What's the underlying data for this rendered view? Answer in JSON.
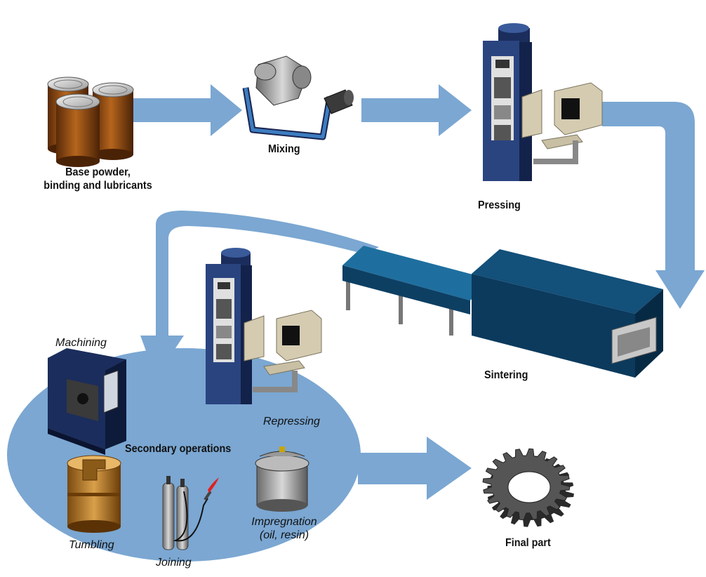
{
  "stages": {
    "base_powder_line1": "Base powder,",
    "base_powder_line2": "binding and lubricants",
    "mixing": "Mixing",
    "pressing": "Pressing",
    "sintering": "Sintering",
    "final_part": "Final part"
  },
  "secondary": {
    "title": "Secondary operations",
    "machining": "Machining",
    "repressing": "Repressing",
    "tumbling": "Tumbling",
    "joining": "Joining",
    "impregnation_line1": "Impregnation",
    "impregnation_line2": "(oil, resin)"
  },
  "colors": {
    "arrow": "#7ba7d2",
    "ellipse": "#7ba7d2",
    "machine_dark": "#1b2d5c",
    "machine_light": "#3a5a99",
    "furnace_top": "#13507a",
    "furnace_side": "#0b3a5d",
    "can_brown": "#8b4513",
    "panel_beige": "#d4cbb1",
    "gear_grey": "#555555"
  }
}
